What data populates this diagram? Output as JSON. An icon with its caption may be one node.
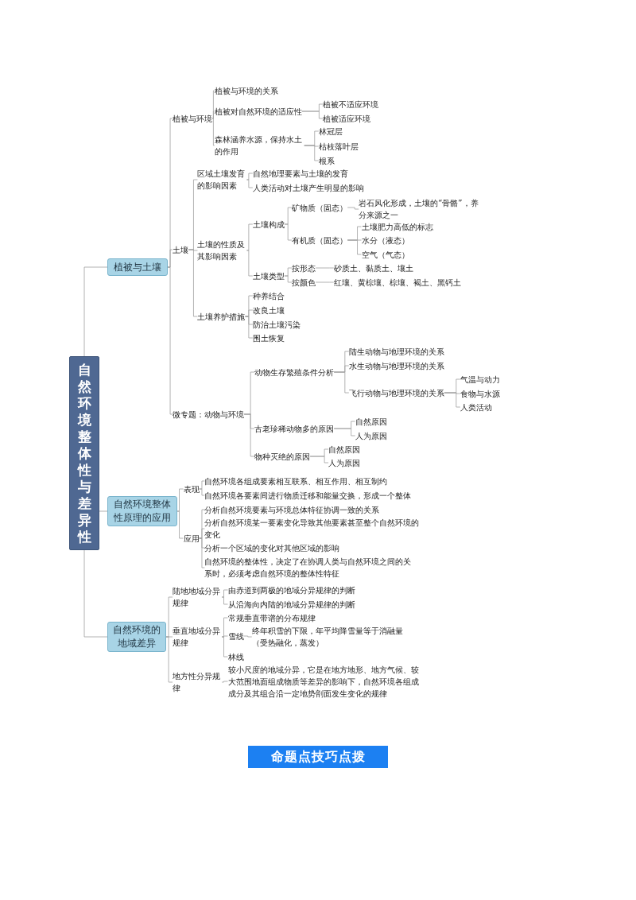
{
  "diagram": {
    "nodes": [
      {
        "text": [
          "自然环境整体性与差异性"
        ]
      },
      {
        "text": [
          "植被与土壤"
        ]
      },
      {
        "text": [
          "植被与环境"
        ]
      },
      {
        "text": [
          "植被与环境的关系"
        ]
      },
      {
        "text": [
          "植被对自然环境的适应性"
        ]
      },
      {
        "text": [
          "植被不适应环境"
        ]
      },
      {
        "text": [
          "植被适应环境"
        ]
      },
      {
        "text": [
          "森林涵养水源，保持水土的作用"
        ]
      },
      {
        "text": [
          "林冠层"
        ]
      },
      {
        "text": [
          "枯枝落叶层"
        ]
      },
      {
        "text": [
          "根系"
        ]
      },
      {
        "text": [
          "土壤"
        ]
      },
      {
        "text": [
          "区域土壤发育的影响因素"
        ]
      },
      {
        "text": [
          "自然地理要素与土壤的发育"
        ]
      },
      {
        "text": [
          "人类活动对土壤产生明显的影响"
        ]
      },
      {
        "text": [
          "土壤的性质及其影响因素"
        ]
      },
      {
        "text": [
          "土壤构成"
        ]
      },
      {
        "text": [
          "矿物质（固态）"
        ]
      },
      {
        "text": [
          "岩石风化形成，土壤的“骨骼”，养分来源之一"
        ]
      },
      {
        "text": [
          "有机质（固态）"
        ]
      },
      {
        "text": [
          "土壤肥力高低的标志"
        ]
      },
      {
        "text": [
          "水分（液态）"
        ]
      },
      {
        "text": [
          "空气（气态）"
        ]
      },
      {
        "text": [
          "土壤类型"
        ]
      },
      {
        "text": [
          "按形态"
        ]
      },
      {
        "text": [
          "砂质土、黏质土、壤土"
        ]
      },
      {
        "text": [
          "按颜色"
        ]
      },
      {
        "text": [
          "红壤、黄棕壤、棕壤、褐土、黑钙土"
        ]
      },
      {
        "text": [
          "土壤养护措施"
        ]
      },
      {
        "text": [
          "种养结合"
        ]
      },
      {
        "text": [
          "改良土壤"
        ]
      },
      {
        "text": [
          "防治土壤污染"
        ]
      },
      {
        "text": [
          "围土恢复"
        ]
      },
      {
        "text": [
          "微专题：动物与环境"
        ]
      },
      {
        "text": [
          "动物生存繁殖条件分析"
        ]
      },
      {
        "text": [
          "陆生动物与地理环境的关系"
        ]
      },
      {
        "text": [
          "水生动物与地理环境的关系"
        ]
      },
      {
        "text": [
          "飞行动物与地理环境的关系"
        ]
      },
      {
        "text": [
          "气温与动力"
        ]
      },
      {
        "text": [
          "食物与水源"
        ]
      },
      {
        "text": [
          "人类活动"
        ]
      },
      {
        "text": [
          "古老珍稀动物多的原因"
        ]
      },
      {
        "text": [
          "自然原因"
        ]
      },
      {
        "text": [
          "人为原因"
        ]
      },
      {
        "text": [
          "物种灭绝的原因"
        ]
      },
      {
        "text": [
          "自然原因"
        ]
      },
      {
        "text": [
          "人为原因"
        ]
      },
      {
        "text": [
          "自然环境整体性原理的应用"
        ]
      },
      {
        "text": [
          "表现"
        ]
      },
      {
        "text": [
          "自然环境各组成要素相互联系、相互作用、相互制约"
        ]
      },
      {
        "text": [
          "自然环境各要素间进行物质迁移和能量交换，形成一个整体"
        ]
      },
      {
        "text": [
          "应用"
        ]
      },
      {
        "text": [
          "分析自然环境要素与环境总体特征协调一致的关系"
        ]
      },
      {
        "text": [
          "分析自然环境某一要素变化导致其他要素甚至整个自然环境的变化"
        ]
      },
      {
        "text": [
          "分析一个区域的变化对其他区域的影响"
        ]
      },
      {
        "text": [
          "自然环境的整体性，决定了在协调人类与自然环境之间的关系时，必须考虑自然环境的整体性特征"
        ]
      },
      {
        "text": [
          "自然环境的地域差异"
        ]
      },
      {
        "text": [
          "陆地地域分异规律"
        ]
      },
      {
        "text": [
          "由赤道到两极的地域分异规律的判断"
        ]
      },
      {
        "text": [
          "从沿海向内陆的地域分异规律的判断"
        ]
      },
      {
        "text": [
          "垂直地域分异规律"
        ]
      },
      {
        "text": [
          "常规垂直带谱的分布规律"
        ]
      },
      {
        "text": [
          "雪线"
        ]
      },
      {
        "text": [
          "终年积雪的下限，年平均降雪量等于消融量（受热融化，蒸发）"
        ]
      },
      {
        "text": [
          "林线"
        ]
      },
      {
        "text": [
          "地方性分异规律"
        ]
      },
      {
        "text": [
          "较小尺度的地域分异，它是在地方地形、地方气候、较大范围地面组成物质等差异的影响下，自然环境各组成成分及其组合沿一定地势剖面发生变化的规律"
        ]
      },
      {
        "text": [
          "命题点技巧点拨"
        ]
      }
    ],
    "edges": [
      {
        "from": 0,
        "to": 1,
        "arrow": "none"
      },
      {
        "from": 0,
        "to": 47,
        "arrow": "none"
      },
      {
        "from": 0,
        "to": 56,
        "arrow": "none"
      },
      {
        "from": 1,
        "to": 2,
        "arrow": "none"
      },
      {
        "from": 1,
        "to": 11,
        "arrow": "none"
      },
      {
        "from": 1,
        "to": 33,
        "arrow": "none"
      },
      {
        "from": 2,
        "to": 3,
        "arrow": "none"
      },
      {
        "from": 2,
        "to": 4,
        "arrow": "none"
      },
      {
        "from": 2,
        "to": 7,
        "arrow": "none"
      },
      {
        "from": 4,
        "to": 5,
        "arrow": "none"
      },
      {
        "from": 4,
        "to": 6,
        "arrow": "none"
      },
      {
        "from": 7,
        "to": 8,
        "arrow": "none"
      },
      {
        "from": 7,
        "to": 9,
        "arrow": "none"
      },
      {
        "from": 7,
        "to": 10,
        "arrow": "none"
      },
      {
        "from": 11,
        "to": 12,
        "arrow": "none"
      },
      {
        "from": 11,
        "to": 15,
        "arrow": "none"
      },
      {
        "from": 11,
        "to": 28,
        "arrow": "none"
      },
      {
        "from": 12,
        "to": 13,
        "arrow": "none"
      },
      {
        "from": 12,
        "to": 14,
        "arrow": "none"
      },
      {
        "from": 15,
        "to": 16,
        "arrow": "none"
      },
      {
        "from": 15,
        "to": 23,
        "arrow": "none"
      },
      {
        "from": 16,
        "to": 17,
        "arrow": "none"
      },
      {
        "from": 16,
        "to": 19,
        "arrow": "none"
      },
      {
        "from": 17,
        "to": 18,
        "arrow": "none"
      },
      {
        "from": 19,
        "to": 20,
        "arrow": "none"
      },
      {
        "from": 19,
        "to": 21,
        "arrow": "none"
      },
      {
        "from": 19,
        "to": 22,
        "arrow": "none"
      },
      {
        "from": 23,
        "to": 24,
        "arrow": "none"
      },
      {
        "from": 23,
        "to": 26,
        "arrow": "none"
      },
      {
        "from": 24,
        "to": 25,
        "arrow": "none"
      },
      {
        "from": 26,
        "to": 27,
        "arrow": "none"
      },
      {
        "from": 28,
        "to": 29,
        "arrow": "none"
      },
      {
        "from": 28,
        "to": 30,
        "arrow": "none"
      },
      {
        "from": 28,
        "to": 31,
        "arrow": "none"
      },
      {
        "from": 28,
        "to": 32,
        "arrow": "none"
      },
      {
        "from": 33,
        "to": 34,
        "arrow": "none"
      },
      {
        "from": 33,
        "to": 41,
        "arrow": "none"
      },
      {
        "from": 33,
        "to": 44,
        "arrow": "none"
      },
      {
        "from": 34,
        "to": 35,
        "arrow": "none"
      },
      {
        "from": 34,
        "to": 36,
        "arrow": "none"
      },
      {
        "from": 34,
        "to": 37,
        "arrow": "none"
      },
      {
        "from": 37,
        "to": 38,
        "arrow": "none"
      },
      {
        "from": 37,
        "to": 39,
        "arrow": "none"
      },
      {
        "from": 37,
        "to": 40,
        "arrow": "none"
      },
      {
        "from": 41,
        "to": 42,
        "arrow": "none"
      },
      {
        "from": 41,
        "to": 43,
        "arrow": "none"
      },
      {
        "from": 44,
        "to": 45,
        "arrow": "none"
      },
      {
        "from": 44,
        "to": 46,
        "arrow": "none"
      },
      {
        "from": 47,
        "to": 48,
        "arrow": "none"
      },
      {
        "from": 47,
        "to": 51,
        "arrow": "none"
      },
      {
        "from": 48,
        "to": 49,
        "arrow": "none"
      },
      {
        "from": 48,
        "to": 50,
        "arrow": "none"
      },
      {
        "from": 51,
        "to": 52,
        "arrow": "none"
      },
      {
        "from": 51,
        "to": 53,
        "arrow": "none"
      },
      {
        "from": 51,
        "to": 54,
        "arrow": "none"
      },
      {
        "from": 51,
        "to": 55,
        "arrow": "none"
      },
      {
        "from": 56,
        "to": 57,
        "arrow": "none"
      },
      {
        "from": 56,
        "to": 60,
        "arrow": "none"
      },
      {
        "from": 56,
        "to": 65,
        "arrow": "none"
      },
      {
        "from": 57,
        "to": 58,
        "arrow": "none"
      },
      {
        "from": 57,
        "to": 59,
        "arrow": "none"
      },
      {
        "from": 60,
        "to": 61,
        "arrow": "none"
      },
      {
        "from": 60,
        "to": 62,
        "arrow": "none"
      },
      {
        "from": 60,
        "to": 64,
        "arrow": "none"
      },
      {
        "from": 62,
        "to": 63,
        "arrow": "none"
      },
      {
        "from": 65,
        "to": 66,
        "arrow": "none"
      }
    ]
  }
}
